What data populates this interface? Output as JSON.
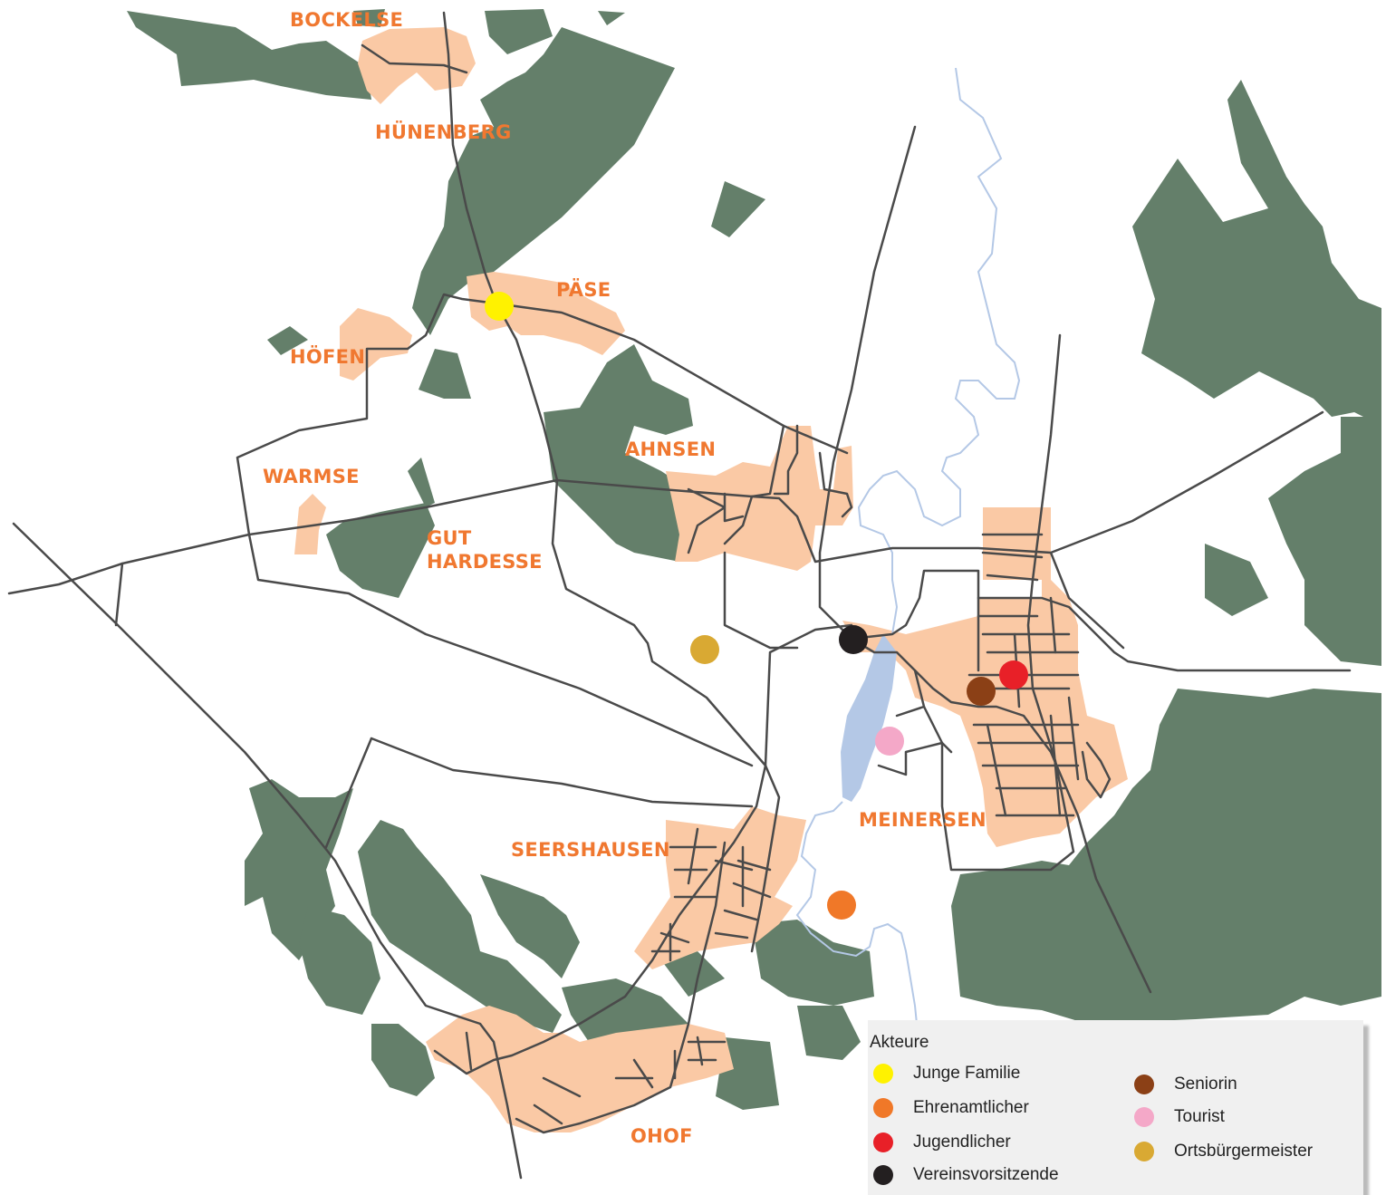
{
  "colors": {
    "forest": "#647f6a",
    "settlement": "#fac9a5",
    "road": "#4a4a4a",
    "river": "#b4c8e6",
    "label": "#f07830"
  },
  "places": [
    {
      "id": "bockelse",
      "name": "BOCKELSE"
    },
    {
      "id": "huenenberg",
      "name": "HÜNENBERG"
    },
    {
      "id": "paese",
      "name": "PÄSE"
    },
    {
      "id": "hoefen",
      "name": "HÖFEN"
    },
    {
      "id": "ahnsen",
      "name": "AHNSEN"
    },
    {
      "id": "warmse",
      "name": "WARMSE"
    },
    {
      "id": "gut",
      "name": "GUT"
    },
    {
      "id": "hardesse",
      "name": "HARDESSE"
    },
    {
      "id": "seershausen",
      "name": "SEERSHAUSEN"
    },
    {
      "id": "meinersen",
      "name": "MEINERSEN"
    },
    {
      "id": "ohof",
      "name": "OHOF"
    }
  ],
  "legend": {
    "title": "Akteure",
    "items": [
      {
        "label": "Junge Familie",
        "color": "#fff200"
      },
      {
        "label": "Ehrenamtlicher",
        "color": "#f07828"
      },
      {
        "label": "Jugendlicher",
        "color": "#e82028"
      },
      {
        "label": "Vereinsvorsitzende",
        "color": "#231f20"
      },
      {
        "label": "Seniorin",
        "color": "#8b4016"
      },
      {
        "label": "Tourist",
        "color": "#f4a8c8"
      },
      {
        "label": "Ortsbürgermeister",
        "color": "#d9a933"
      }
    ]
  }
}
